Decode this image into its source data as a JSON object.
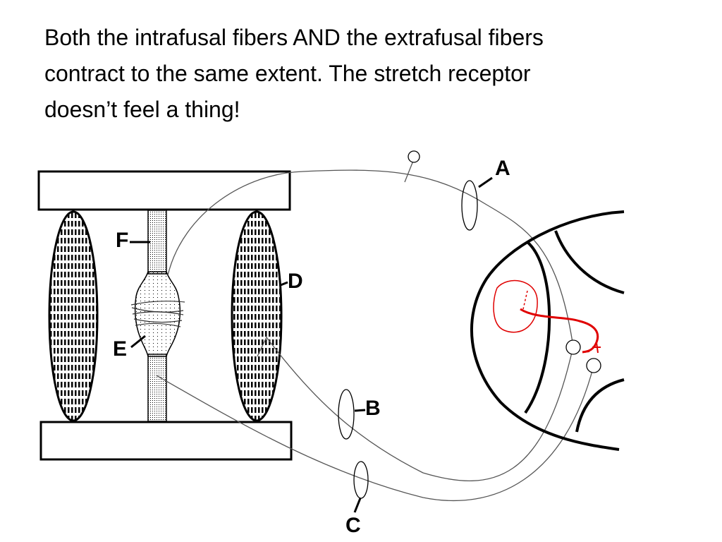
{
  "slide": {
    "text_lines": [
      "Both the intrafusal fibers AND the extrafusal fibers",
      "contract to the same extent.  The stretch receptor",
      "doesn’t feel a thing!"
    ]
  },
  "diagram": {
    "labels": {
      "a": "A",
      "b": "B",
      "c": "C",
      "d": "D",
      "e": "E",
      "f": "F"
    },
    "colors": {
      "outline": "#000000",
      "nerve": "#555555",
      "reflex_arc": "#e00000"
    }
  }
}
